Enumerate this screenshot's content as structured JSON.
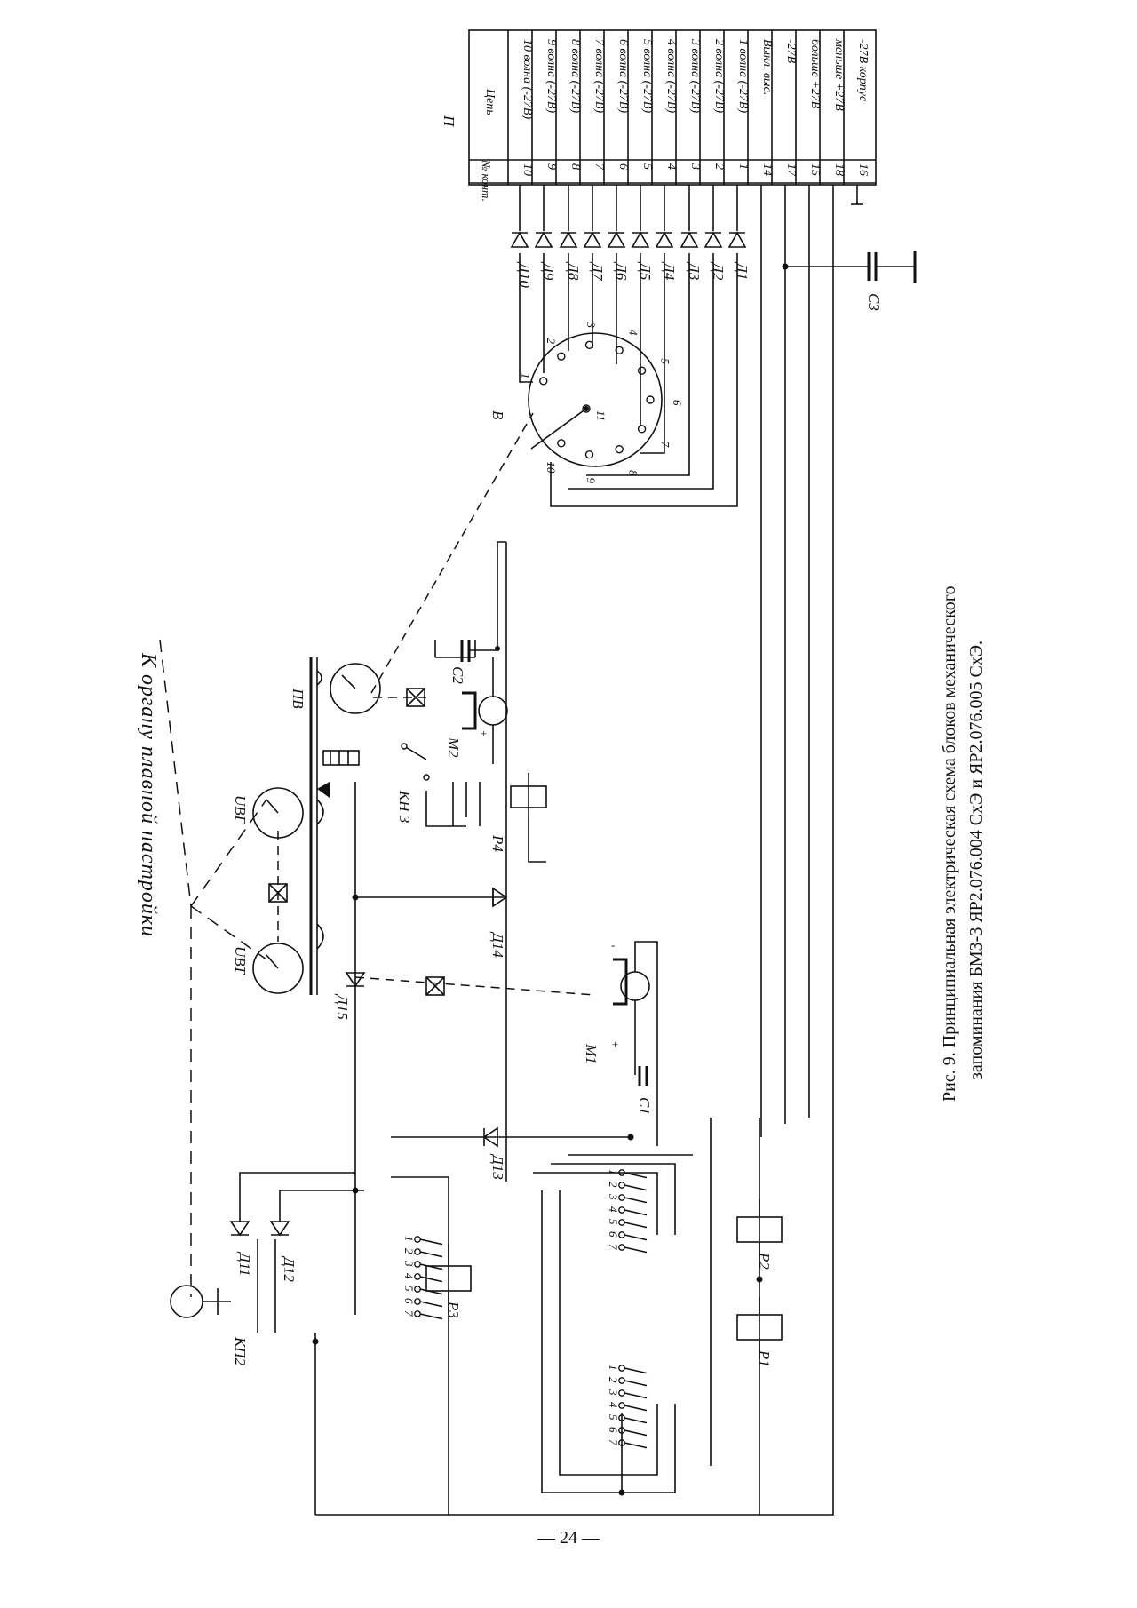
{
  "page_number": "— 24 —",
  "figure": {
    "caption_line1": "Рис. 9. Принципиальная электрическая схема блоков механического",
    "caption_line2": "запоминания БМЗ-3 ЯР2.076.004 СхЭ и ЯР2.076.005 СхЭ.",
    "top_label": "К органу плавной настройки",
    "table_title": "П",
    "table_header_no": "№ конт.",
    "table_header_circuit": "Цепь",
    "table_rows": [
      {
        "no": "10",
        "circuit": "10 волна (-27В)"
      },
      {
        "no": "9",
        "circuit": "9 волна (-27В)"
      },
      {
        "no": "8",
        "circuit": "8 волна (-27В)"
      },
      {
        "no": "7",
        "circuit": "7 волна (-27В)"
      },
      {
        "no": "6",
        "circuit": "6 волна (-27В)"
      },
      {
        "no": "5",
        "circuit": "5 волна (-27В)"
      },
      {
        "no": "4",
        "circuit": "4 волна (-27В)"
      },
      {
        "no": "3",
        "circuit": "3 волна (-27В)"
      },
      {
        "no": "2",
        "circuit": "2 волна (-27В)"
      },
      {
        "no": "1",
        "circuit": "1 волна (-27В)"
      },
      {
        "no": "14",
        "circuit": "Выкл. выс."
      },
      {
        "no": "17",
        "circuit": "-27В"
      },
      {
        "no": "15",
        "circuit": "больше +27В"
      },
      {
        "no": "18",
        "circuit": "меньше +27В"
      },
      {
        "no": "16",
        "circuit": "-27В корпус"
      }
    ],
    "labels": {
      "d10": "Д10",
      "d9": "Д9",
      "d8": "Д8",
      "d7": "Д7",
      "d6": "Д6",
      "d5": "Д5",
      "d4": "Д4",
      "d3": "Д3",
      "d2": "Д2",
      "d1": "Д1",
      "c3": "С3",
      "switch_v": "В",
      "pv": "ПВ",
      "uvg": "UВГ",
      "uvt": "UВТ",
      "c2": "С2",
      "m2": "М2",
      "kn3": "КН 3",
      "r4": "Р4",
      "d14": "Д14",
      "d15": "Д15",
      "m1": "М1",
      "c1": "С1",
      "d13": "Д13",
      "d11": "Д11",
      "d12": "Д12",
      "kp2": "КП2",
      "r3": "Р3",
      "r2": "Р2",
      "r1": "Р1",
      "plus": "+",
      "minus": "-"
    },
    "switch_positions": [
      "1",
      "2",
      "3",
      "4",
      "5",
      "6",
      "7",
      "8",
      "9",
      "10",
      "11"
    ],
    "contact_numbers": [
      "1",
      "2",
      "3",
      "4",
      "5",
      "6",
      "7"
    ]
  }
}
